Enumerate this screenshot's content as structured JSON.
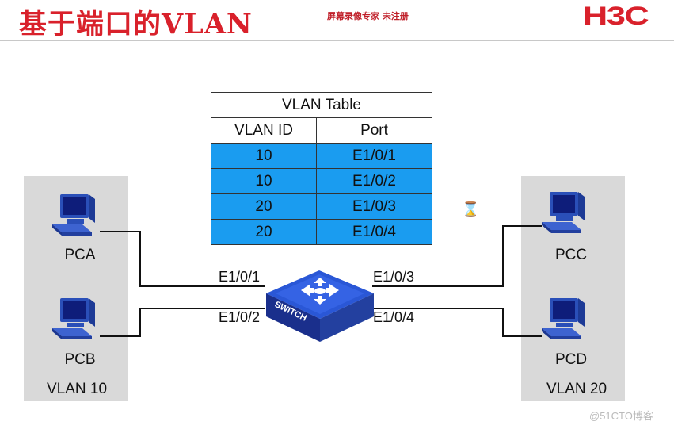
{
  "header": {
    "title": "基于端口的VLAN",
    "watermark": "屏幕录像专家 未注册",
    "logo": "H3C"
  },
  "vlan_table": {
    "caption": "VLAN Table",
    "columns": [
      "VLAN ID",
      "Port"
    ],
    "rows": [
      {
        "vlan_id": "10",
        "port": "E1/0/1"
      },
      {
        "vlan_id": "10",
        "port": "E1/0/2"
      },
      {
        "vlan_id": "20",
        "port": "E1/0/3"
      },
      {
        "vlan_id": "20",
        "port": "E1/0/4"
      }
    ]
  },
  "hosts": {
    "pca": "PCA",
    "pcb": "PCB",
    "pcc": "PCC",
    "pcd": "PCD"
  },
  "groups": {
    "left": "VLAN 10",
    "right": "VLAN 20"
  },
  "switch": {
    "label": "SWITCH",
    "ports": [
      "E1/0/1",
      "E1/0/2",
      "E1/0/3",
      "E1/0/4"
    ]
  },
  "footer": {
    "credit": "@51CTO博客"
  },
  "colors": {
    "title": "#d9212b",
    "table_highlight": "#1a9cf0",
    "switch": "#1f3fa8",
    "group_panel": "#d9d9d9"
  },
  "icons": [
    "pc-icon",
    "switch-icon",
    "hourglass-icon"
  ]
}
